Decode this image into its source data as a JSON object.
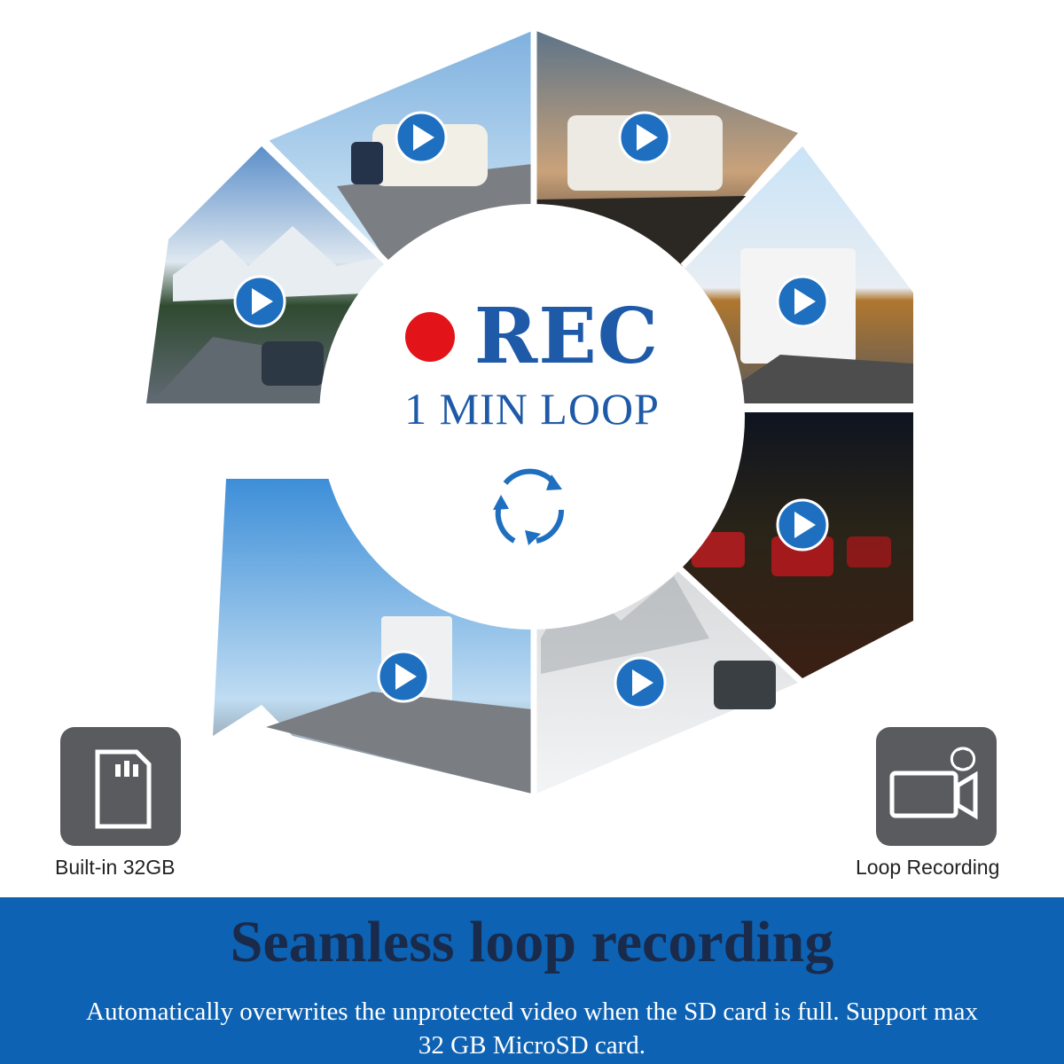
{
  "center": {
    "rec_label": "REC",
    "loop_label": "1 MIN LOOP",
    "cycle_icon": "recycle-arrows-icon"
  },
  "photos": [
    {
      "scene": "caravan-highway",
      "icon": "play-icon"
    },
    {
      "scene": "camper-sunset",
      "icon": "play-icon"
    },
    {
      "scene": "truck-outback",
      "icon": "play-icon"
    },
    {
      "scene": "night-traffic",
      "icon": "play-icon"
    },
    {
      "scene": "snow-road",
      "icon": "play-icon"
    },
    {
      "scene": "truck-motorway",
      "icon": "play-icon"
    },
    {
      "scene": "mountain-road",
      "icon": "play-icon"
    }
  ],
  "features": [
    {
      "label": "Built-in 32GB",
      "icon": "sd-card-icon"
    },
    {
      "label": "Loop Recording",
      "icon": "loop-camera-icon"
    }
  ],
  "banner": {
    "title": "Seamless loop recording",
    "subtitle_line1": "Automatically overwrites the unprotected video when the SD card is full. Support max",
    "subtitle_line2": "32 GB MicroSD card."
  },
  "colors": {
    "accent_blue": "#1f5aa8",
    "rec_red": "#e21419",
    "banner_blue": "#0d62b3",
    "icon_box_gray": "#5a5b5f"
  }
}
